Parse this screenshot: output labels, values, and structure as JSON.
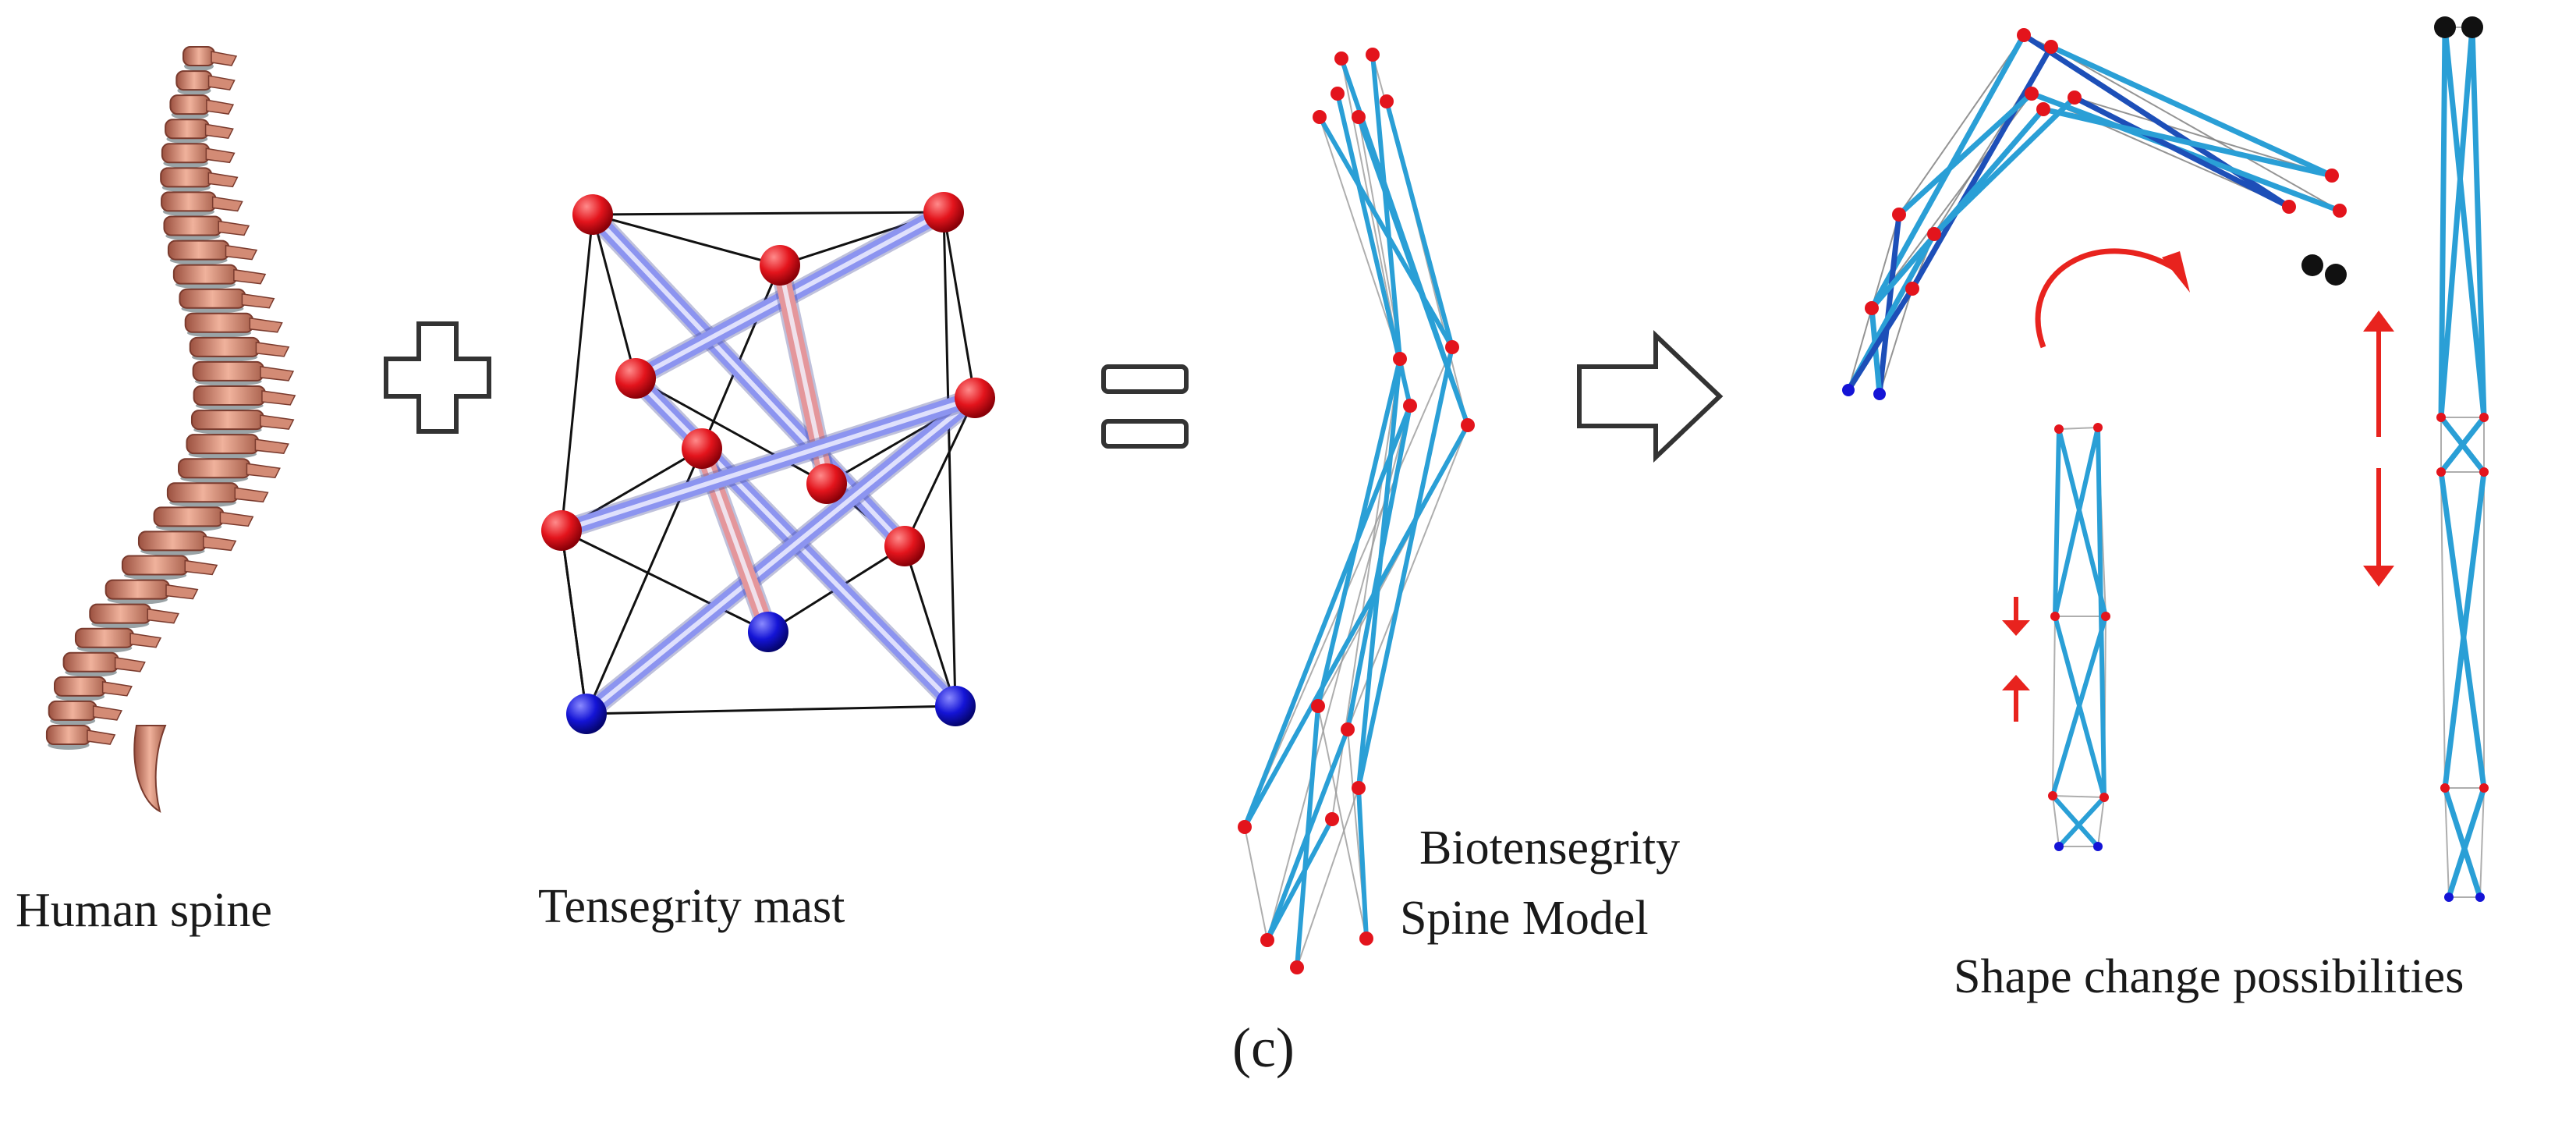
{
  "labels": {
    "human_spine": "Human spine",
    "tensegrity_mast": "Tensegrity mast",
    "bio_line1": "Biotensegrity",
    "bio_line2": "Spine Model",
    "shape_change": "Shape change possibilities",
    "panel": "(c)"
  },
  "colors": {
    "strut": "#8c94f0",
    "strut_alt": "#e4969b",
    "node_red": "#e3141c",
    "node_blue": "#1414d6",
    "node_black": "#111111",
    "cable": "#111111",
    "model_strut": "#2a9fd6",
    "model_strut_dark": "#1d4fb8",
    "arrow": "#e8231e",
    "spine_bone": "#d9917a",
    "spine_disc": "#9aa3a6"
  },
  "icons": [
    "plus-sign-icon",
    "equals-sign-icon",
    "right-arrow-icon",
    "curved-arrow-icon",
    "compress-arrows-icon",
    "extend-arrows-icon"
  ]
}
